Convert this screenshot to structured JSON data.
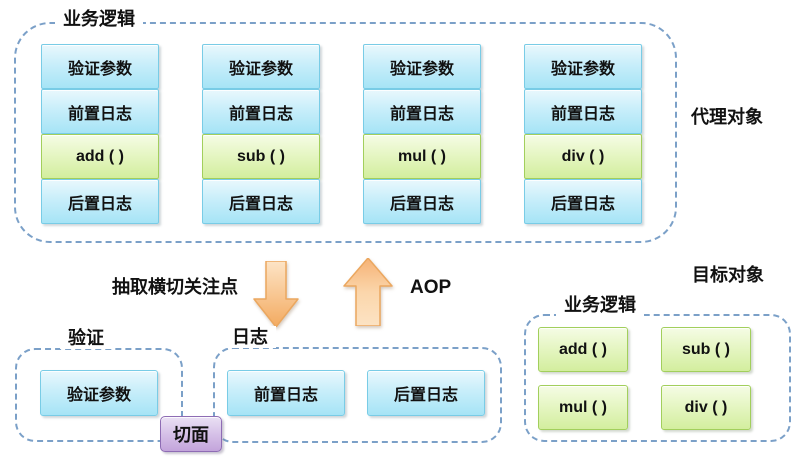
{
  "proxy_group": {
    "title": "业务逻辑",
    "side_label": "代理对象",
    "columns": [
      {
        "cells": [
          "验证参数",
          "前置日志",
          "add ( )",
          "后置日志"
        ]
      },
      {
        "cells": [
          "验证参数",
          "前置日志",
          "sub ( )",
          "后置日志"
        ]
      },
      {
        "cells": [
          "验证参数",
          "前置日志",
          "mul ( )",
          "后置日志"
        ]
      },
      {
        "cells": [
          "验证参数",
          "前置日志",
          "div ( )",
          "后置日志"
        ]
      }
    ]
  },
  "transform": {
    "extract_label": "抽取横切关注点",
    "aop_label": "AOP"
  },
  "validation_group": {
    "title": "验证",
    "boxes": [
      "验证参数"
    ]
  },
  "logging_group": {
    "title": "日志",
    "boxes": [
      "前置日志",
      "后置日志"
    ]
  },
  "aspect_badge_label": "切面",
  "target_group": {
    "outer_label": "目标对象",
    "title": "业务逻辑",
    "boxes": [
      "add ( )",
      "sub ( )",
      "mul ( )",
      "div ( )"
    ]
  },
  "colors": {
    "dashed_border": "#7ba0c8",
    "blue_box_top": "#e9f8fd",
    "blue_box_bottom": "#a6e4f6",
    "blue_box_border": "#79cce6",
    "green_box_top": "#f5fce5",
    "green_box_bottom": "#d3ee9e",
    "green_box_border": "#a2cf5c",
    "purple_box_top": "#eae1f4",
    "purple_box_bottom": "#c3a4db",
    "purple_box_border": "#8e6cb4",
    "arrow_light": "#fcdcb8",
    "arrow_dark": "#f3aa60"
  }
}
